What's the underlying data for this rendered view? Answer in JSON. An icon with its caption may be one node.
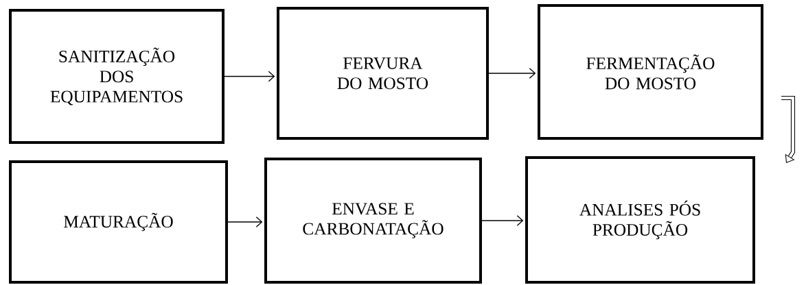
{
  "diagram": {
    "nodes": [
      {
        "text": [
          "SANITIZAÇÃO DOS EQUIPAMENTOS"
        ]
      },
      {
        "text": [
          "FERVURA DO MOSTO"
        ]
      },
      {
        "text": [
          "FERMENTAÇÃO DO MOSTO"
        ]
      },
      {
        "text": [
          "MATURAÇÃO"
        ]
      },
      {
        "text": [
          "ENVASE E CARBONATAÇÃO"
        ]
      },
      {
        "text": [
          "ANALISES PÓS PRODUÇÃO"
        ]
      }
    ],
    "edges": [
      {
        "from": 0,
        "to": 1,
        "arrow": "to"
      },
      {
        "from": 1,
        "to": 2,
        "arrow": "to"
      },
      {
        "from": 3,
        "to": 4,
        "arrow": "to"
      },
      {
        "from": 4,
        "to": 5,
        "arrow": "to"
      }
    ]
  }
}
